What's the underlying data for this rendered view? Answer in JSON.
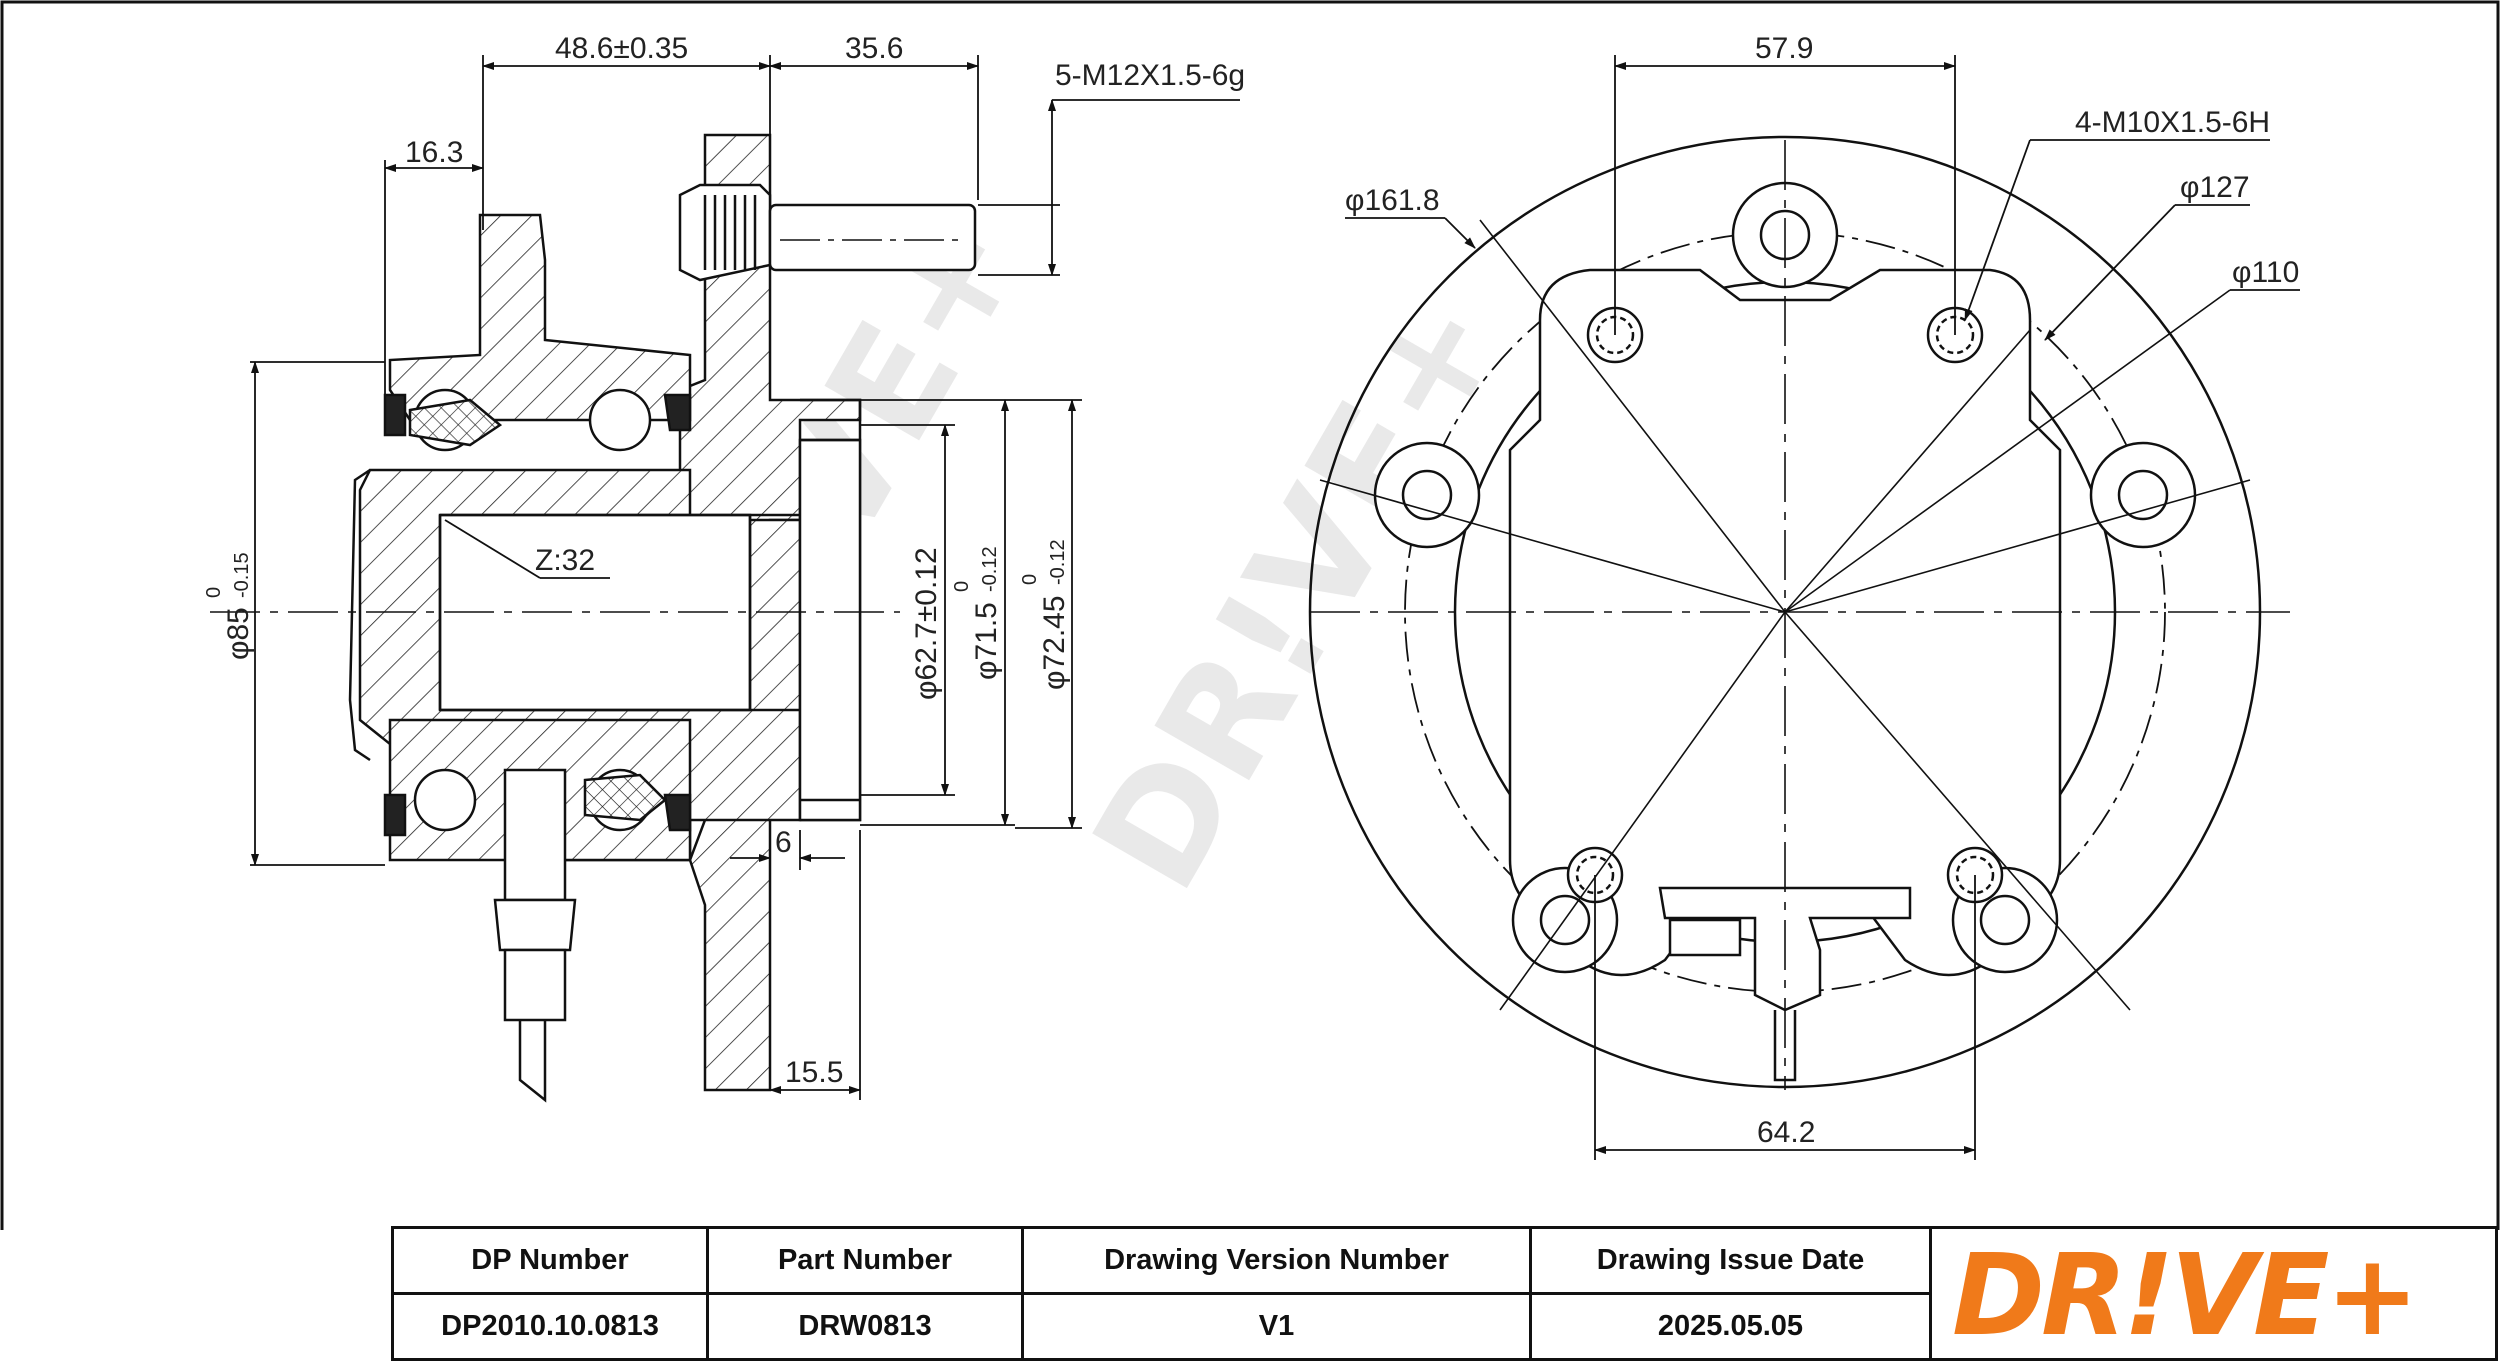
{
  "dimensions": {
    "d_48_6": "48.6±0.35",
    "d_35_6": "35.6",
    "d_thread_stud": "5-M12X1.5-6g",
    "d_16_3": "16.3",
    "d_85": "φ85",
    "d_85_tol_upper": "0",
    "d_85_tol_lower": "-0.15",
    "d_z32": "Z:32",
    "d_62_7": "φ62.7±0.12",
    "d_71_5": "φ71.5",
    "d_71_5_tol_upper": "0",
    "d_71_5_tol_lower": "-0.12",
    "d_72_45": "φ72.45",
    "d_72_45_tol_upper": "0",
    "d_72_45_tol_lower": "-0.12",
    "d_6": "6",
    "d_15_5": "15.5",
    "d_57_9": "57.9",
    "d_thread_holes": "4-M10X1.5-6H",
    "d_161_8": "φ161.8",
    "d_127": "φ127",
    "d_110": "φ110",
    "d_64_2": "64.2"
  },
  "watermark": "DR!VE+",
  "title_block": {
    "headers": [
      "DP Number",
      "Part Number",
      "Drawing Version Number",
      "Drawing Issue Date"
    ],
    "values": [
      "DP2010.10.0813",
      "DRW0813",
      "V1",
      "2025.05.05"
    ]
  },
  "logo": {
    "text": "DR!VE+",
    "color": "#f07a1a"
  },
  "colors": {
    "line": "#111111",
    "watermark": "#d8d8d8",
    "brand": "#f07a1a"
  }
}
